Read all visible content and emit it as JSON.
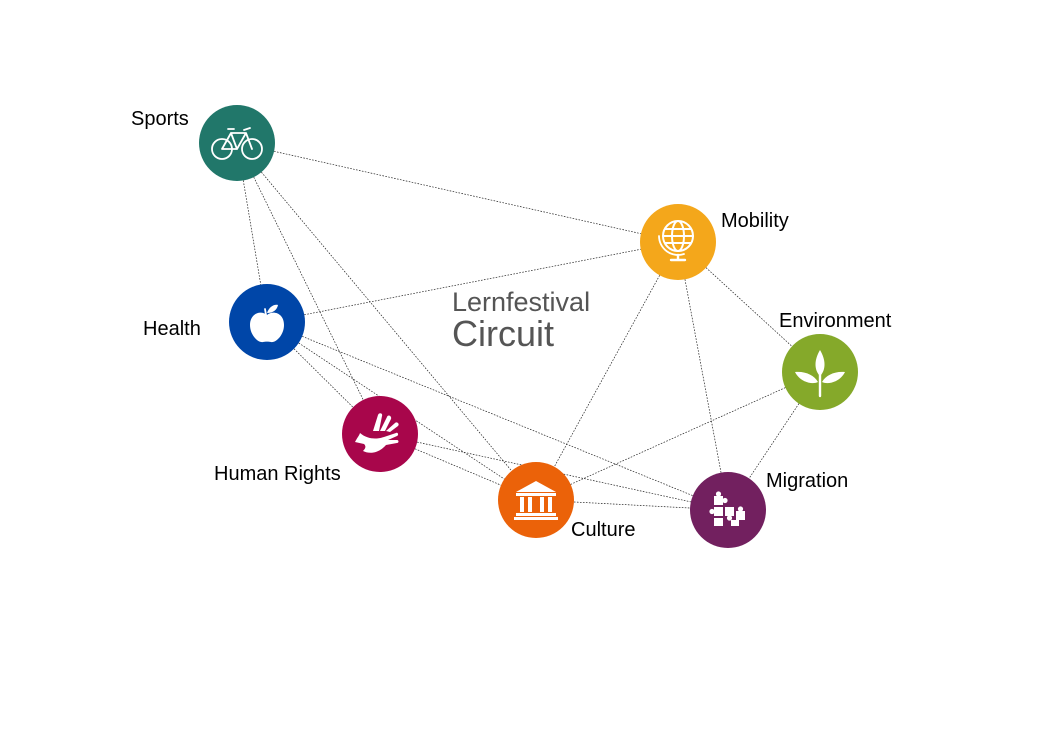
{
  "title": {
    "line1": "Lernfestival",
    "line2": "Circuit"
  },
  "nodes": [
    {
      "id": "sports",
      "label": "Sports",
      "color": "#21776A",
      "icon": "bicycle-icon"
    },
    {
      "id": "mobility",
      "label": "Mobility",
      "color": "#F4A71B",
      "icon": "globe-icon"
    },
    {
      "id": "health",
      "label": "Health",
      "color": "#0046A8",
      "icon": "apple-icon"
    },
    {
      "id": "environment",
      "label": "Environment",
      "color": "#85A92A",
      "icon": "leaf-icon"
    },
    {
      "id": "human-rights",
      "label": "Human Rights",
      "color": "#A8064B",
      "icon": "hand-dove-icon"
    },
    {
      "id": "culture",
      "label": "Culture",
      "color": "#EB6209",
      "icon": "building-icon"
    },
    {
      "id": "migration",
      "label": "Migration",
      "color": "#72205F",
      "icon": "puzzle-icon"
    }
  ],
  "edges": [
    [
      "sports",
      "health"
    ],
    [
      "sports",
      "human-rights"
    ],
    [
      "sports",
      "culture"
    ],
    [
      "sports",
      "mobility"
    ],
    [
      "health",
      "mobility"
    ],
    [
      "health",
      "human-rights"
    ],
    [
      "health",
      "culture"
    ],
    [
      "health",
      "migration"
    ],
    [
      "human-rights",
      "culture"
    ],
    [
      "human-rights",
      "migration"
    ],
    [
      "mobility",
      "culture"
    ],
    [
      "mobility",
      "environment"
    ],
    [
      "mobility",
      "migration"
    ],
    [
      "environment",
      "culture"
    ],
    [
      "environment",
      "migration"
    ],
    [
      "culture",
      "migration"
    ]
  ]
}
